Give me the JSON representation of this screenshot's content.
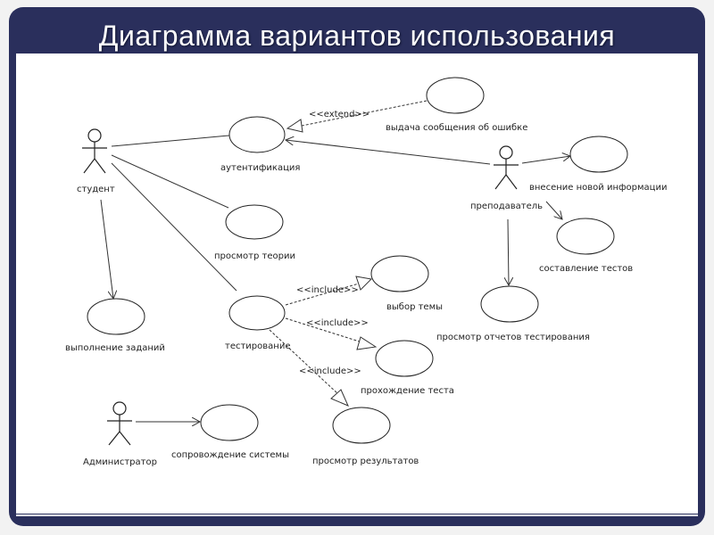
{
  "slide": {
    "title": "Диаграмма вариантов использования"
  },
  "actors": {
    "student": "студент",
    "teacher": "преподаватель",
    "admin": "Администратор"
  },
  "use_cases": {
    "auth": "аутентификация",
    "error_msg": "выдача сообщения об ошибке",
    "theory": "просмотр теории",
    "tasks": "выполнение заданий",
    "testing": "тестирование",
    "topic": "выбор темы",
    "pass_test": "прохождение теста",
    "results": "просмотр результатов",
    "new_info": "внесение новой информации",
    "make_tests": "составление тестов",
    "reports": "просмотр отчетов тестирования",
    "support": "сопровождение системы"
  },
  "stereotypes": {
    "extend": "<<extend>>",
    "include1": "<<include>>",
    "include2": "<<include>>",
    "include3": "<<include>>"
  }
}
